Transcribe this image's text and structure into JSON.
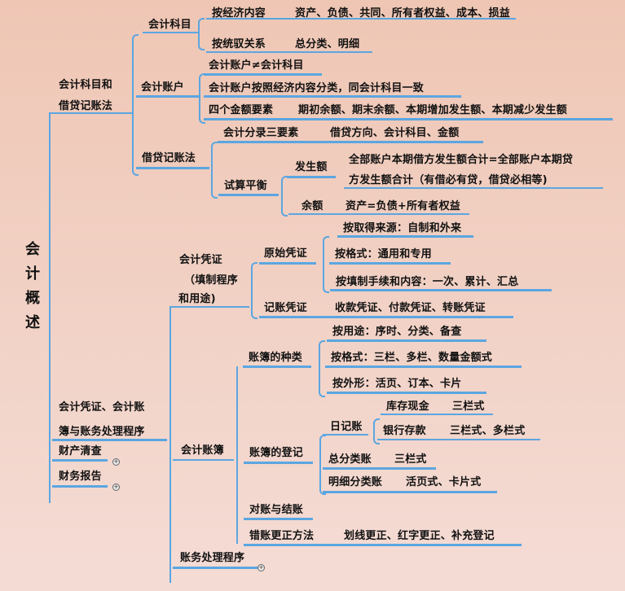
{
  "root": {
    "label": "会计概述",
    "chars": [
      "会",
      "计",
      "概",
      "述"
    ]
  },
  "branches": {
    "b1": {
      "label_line1": "会计科目和",
      "label_line2": "借贷记账法",
      "kemu": {
        "label": "会计科目",
        "by_content": {
          "label": "按经济内容",
          "value": "资产、负债、共同、所有者权益、成本、损益"
        },
        "by_relation": {
          "label": "按统驭关系",
          "value": "总分类、明细"
        }
      },
      "zhanghu": {
        "label": "会计账户",
        "items": [
          "会计账户≠会计科目",
          "会计账户按照经济内容分类，同会计科目一致"
        ],
        "elements": {
          "label": "四个金额要素",
          "value": "期初余额、期末余额、本期增加发生额、本期减少发生额"
        }
      },
      "jiedai": {
        "label": "借贷记账法",
        "entry": {
          "label": "会计分录三要素",
          "value": "借贷方向、会计科目、金额"
        },
        "trial": {
          "label": "试算平衡",
          "amount": {
            "label": "发生额",
            "line1": "全部账户本期借方发生额合计=全部账户本期贷",
            "line2": "方发生额合计（有借必有贷，借贷必相等)"
          },
          "balance": {
            "label": "余额",
            "value": "资产=负债+所有者权益"
          }
        }
      }
    },
    "b2": {
      "label_line1": "会计凭证、会计账",
      "label_line2": "簿与账务处理程序",
      "pingzheng": {
        "label_line1": "会计凭证",
        "label_line2": "（填制程序",
        "label_line3": "和用途)",
        "original": {
          "label": "原始凭证",
          "items": [
            "按取得来源：自制和外来",
            "按格式：通用和专用",
            "按填制手续和内容：一次、累计、汇总"
          ]
        },
        "bookkeeping": {
          "label": "记账凭证",
          "value": "收款凭证、付款凭证、转账凭证"
        }
      },
      "zhangbu": {
        "label": "会计账簿",
        "types": {
          "label": "账簿的种类",
          "items": [
            "按用途：序时、分类、备查",
            "按格式：三栏、多栏、数量金额式",
            "按外形：活页、订本、卡片"
          ]
        },
        "register": {
          "label": "账簿的登记",
          "journal": {
            "label": "日记账",
            "cash": {
              "label": "库存现金",
              "value": "三栏式"
            },
            "bank": {
              "label": "银行存款",
              "value": "三栏式、多栏式"
            }
          },
          "general": {
            "label": "总分类账",
            "value": "三栏式"
          },
          "detail": {
            "label": "明细分类账",
            "value": "活页式、卡片式"
          }
        },
        "reconcile": {
          "label": "对账与结账"
        },
        "correction": {
          "label": "错账更正方法",
          "value": "划线更正、红字更正、补充登记"
        }
      },
      "process": {
        "label": "账务处理程序"
      }
    },
    "b3": {
      "label": "财产清查"
    },
    "b4": {
      "label": "财务报告"
    }
  },
  "colors": {
    "line": "#5ba6e1",
    "bg_top": "#efc6b4",
    "bg_bottom": "#f4dcd5",
    "text": "#111111"
  },
  "expand_icon": "plus-circle-icon"
}
